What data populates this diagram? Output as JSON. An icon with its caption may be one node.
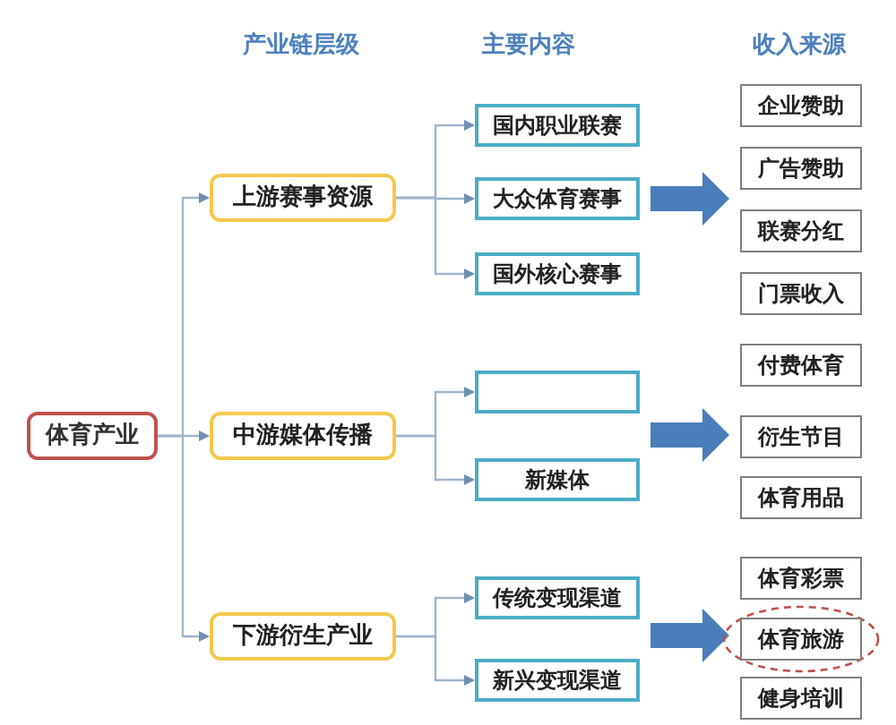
{
  "diagram": {
    "nodes": [
      {
        "text": [
          "体育产业"
        ]
      },
      {
        "text": [
          "上游赛事资源"
        ]
      },
      {
        "text": [
          "国内职业联赛"
        ]
      },
      {
        "text": [
          "大众体育赛事"
        ]
      },
      {
        "text": [
          "国外核心赛事"
        ]
      },
      {
        "text": [
          "中游媒体传播"
        ]
      },
      {
        "text": [],
        "shape": "box"
      },
      {
        "text": [
          "新媒体"
        ]
      },
      {
        "text": [
          "下游衍生产业"
        ]
      },
      {
        "text": [
          "传统变现渠道"
        ]
      },
      {
        "text": [
          "新兴变现渠道"
        ]
      },
      {
        "text": [
          "企业赞助"
        ]
      },
      {
        "text": [
          "广告赞助"
        ]
      },
      {
        "text": [
          "联赛分红"
        ]
      },
      {
        "text": [
          "门票收入"
        ]
      },
      {
        "text": [
          "付费体育"
        ]
      },
      {
        "text": [
          "衍生节目"
        ]
      },
      {
        "text": [
          "体育用品"
        ]
      },
      {
        "text": [
          "体育彩票"
        ]
      },
      {
        "text": [
          "体育旅游"
        ]
      },
      {
        "text": [
          "健身培训"
        ]
      }
    ],
    "edges": [
      {
        "from": 0,
        "to": 1,
        "arrow": "to"
      },
      {
        "from": 0,
        "to": 5,
        "arrow": "to"
      },
      {
        "from": 0,
        "to": 8,
        "arrow": "to"
      },
      {
        "from": 1,
        "to": 2,
        "arrow": "to"
      },
      {
        "from": 1,
        "to": 3,
        "arrow": "to"
      },
      {
        "from": 1,
        "to": 4,
        "arrow": "to"
      },
      {
        "from": 5,
        "to": 6,
        "arrow": "to"
      },
      {
        "from": 5,
        "to": 7,
        "arrow": "to"
      },
      {
        "from": 8,
        "to": 9,
        "arrow": "to"
      },
      {
        "from": 8,
        "to": 10,
        "arrow": "to"
      },
      {
        "from": 3,
        "to": 12,
        "arrow": "to",
        "style": "thick",
        "color": "#4a7ebb"
      },
      {
        "from": 6,
        "to": 16,
        "arrow": "to",
        "style": "thick",
        "color": "#4a7ebb"
      },
      {
        "from": 9,
        "to": 19,
        "arrow": "to",
        "style": "thick",
        "color": "#4a7ebb"
      }
    ],
    "labels": [
      "产业链层级",
      "主要内容",
      "收入来源"
    ]
  }
}
